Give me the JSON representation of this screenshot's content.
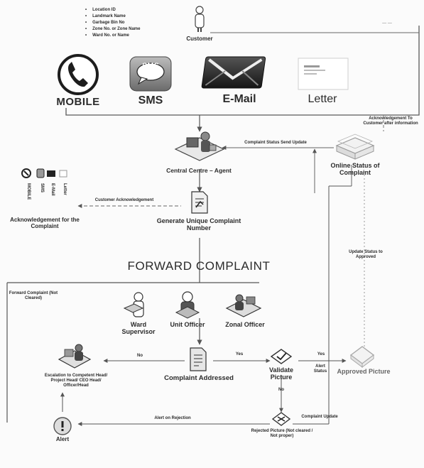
{
  "customer": {
    "label": "Customer",
    "info_items": [
      "Location ID",
      "Landmark Name",
      "Garbage Bin No",
      "Zone No. or Zone Name",
      "Ward No. or Name"
    ]
  },
  "channels": {
    "mobile": "MOBILE",
    "sms_icon": "SMS",
    "sms": "SMS",
    "email": "E-Mail",
    "letter": "Letter"
  },
  "central": {
    "label": "Central Centre – Agent",
    "status_edge": "Complaint Status Send Update",
    "ack_edge": "Acknowledgement To Customer after information"
  },
  "online_status": "Online Status of Complaint",
  "acknowledgement": {
    "columns": [
      "MOBILE",
      "SMS",
      "E-Mail",
      "Letter"
    ],
    "label": "Acknowledgement for the Complaint",
    "edge": "Customer Acknowledgement"
  },
  "generate": "Generate Unique Complaint Number",
  "forward": {
    "title": "FORWARD COMPLAINT",
    "side_note": "Forward Complaint (Not Cleared)"
  },
  "officers": {
    "ward": "Ward Supervisor",
    "unit": "Unit Officer",
    "zonal": "Zonal Officer"
  },
  "escalation": "Escalation to Competent Head/ Project Head/ CEO Head/ Officer/Head",
  "edges": {
    "no_left": "No",
    "yes_mid": "Yes",
    "yes_right": "Yes",
    "no_down": "No",
    "alert_rejection": "Alert on Rejection",
    "complaint_update": "Complaint Update",
    "alert_status": "Alert Status",
    "update_status": "Update Status to Approved",
    "corner": "— —"
  },
  "addressed": "Complaint Addressed",
  "validate": "Validate Picture",
  "approved": "Approved Picture",
  "rejected": "Rejected Picture (Not cleared / Not proper)",
  "alert": "Alert"
}
